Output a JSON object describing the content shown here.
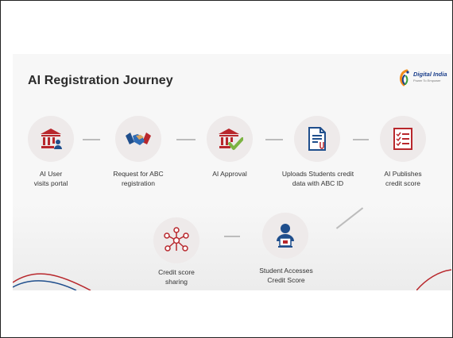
{
  "slide": {
    "title": "AI Registration Journey",
    "logo": {
      "brand": "Digital India",
      "tagline": "Power To Empower"
    }
  },
  "steps": [
    {
      "label_line1": "AI User",
      "label_line2": "visits portal",
      "icon": "bank-user-icon"
    },
    {
      "label_line1": "Request for ABC",
      "label_line2": "registration",
      "icon": "handshake-icon"
    },
    {
      "label_line1": "AI Approval",
      "label_line2": "",
      "icon": "bank-check-icon"
    },
    {
      "label_line1": "Uploads Students credit",
      "label_line2": "data with ABC ID",
      "icon": "document-upload-icon"
    },
    {
      "label_line1": "AI Publishes",
      "label_line2": "credit score",
      "icon": "checklist-icon"
    },
    {
      "label_line1": "Credit score",
      "label_line2": "sharing",
      "icon": "network-share-icon"
    },
    {
      "label_line1": "Student Accesses",
      "label_line2": "Credit Score",
      "icon": "student-computer-icon"
    }
  ],
  "colors": {
    "accent": "#b8272c",
    "check": "#7cb342",
    "circle": "#eeeaea",
    "connector": "#bcbcbc"
  }
}
